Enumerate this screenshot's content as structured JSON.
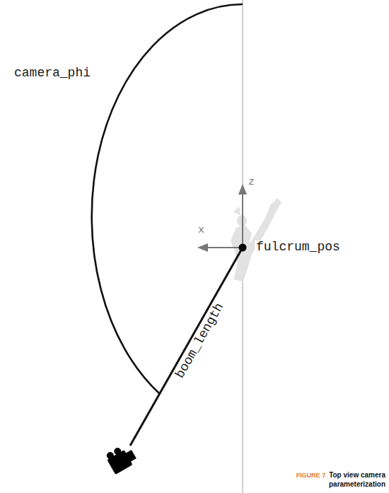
{
  "diagram": {
    "caption": "Top view camera parameterization",
    "labels": [
      "camera_phi",
      "z",
      "x",
      "fulcrum_pos",
      "boom_length",
      "FIGURE 7"
    ]
  }
}
